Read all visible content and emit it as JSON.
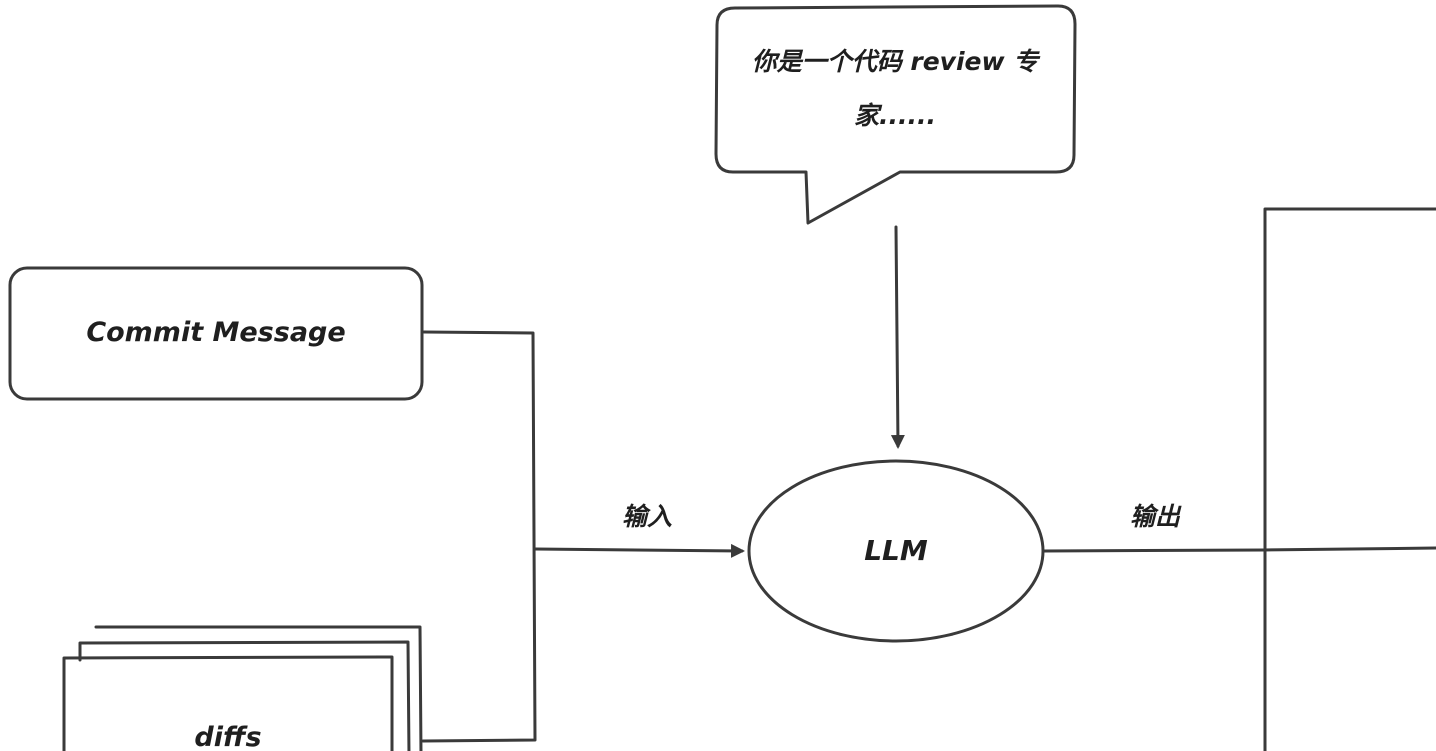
{
  "diagram": {
    "prompt_bubble": {
      "line1": "你是一个代码 review 专",
      "line2": "家......"
    },
    "commit_box": {
      "label": "Commit Message"
    },
    "diffs_stack": {
      "label": "diffs"
    },
    "llm_node": {
      "label": "LLM"
    },
    "edges": {
      "input_label": "输入",
      "output_label": "输出"
    },
    "colors": {
      "stroke": "#3a3a3a",
      "text": "#1f1f1f",
      "background": "#ffffff"
    }
  }
}
